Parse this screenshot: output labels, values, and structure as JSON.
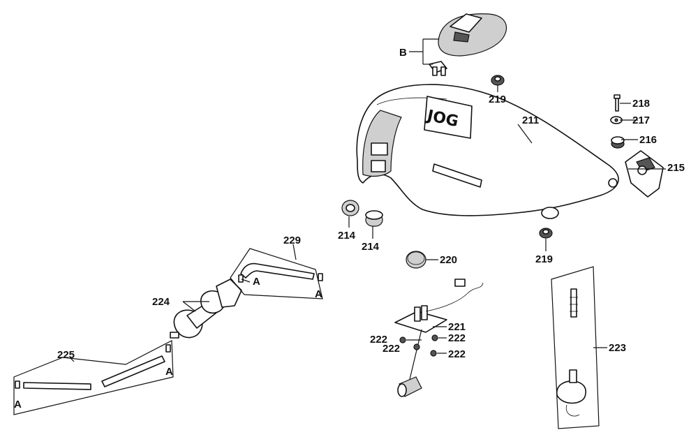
{
  "callouts": {
    "c211": "211",
    "c214a": "214",
    "c214b": "214",
    "c215": "215",
    "c216": "216",
    "c217": "217",
    "c218": "218",
    "c219a": "219",
    "c219b": "219",
    "c220": "220",
    "c221": "221",
    "c222a": "222",
    "c222b": "222",
    "c222c": "222",
    "c222d": "222",
    "c223": "223",
    "c224": "224",
    "c225": "225",
    "c229": "229"
  },
  "letters": {
    "b": "B",
    "a1": "A",
    "a2": "A",
    "a3": "A",
    "a4": "A"
  }
}
